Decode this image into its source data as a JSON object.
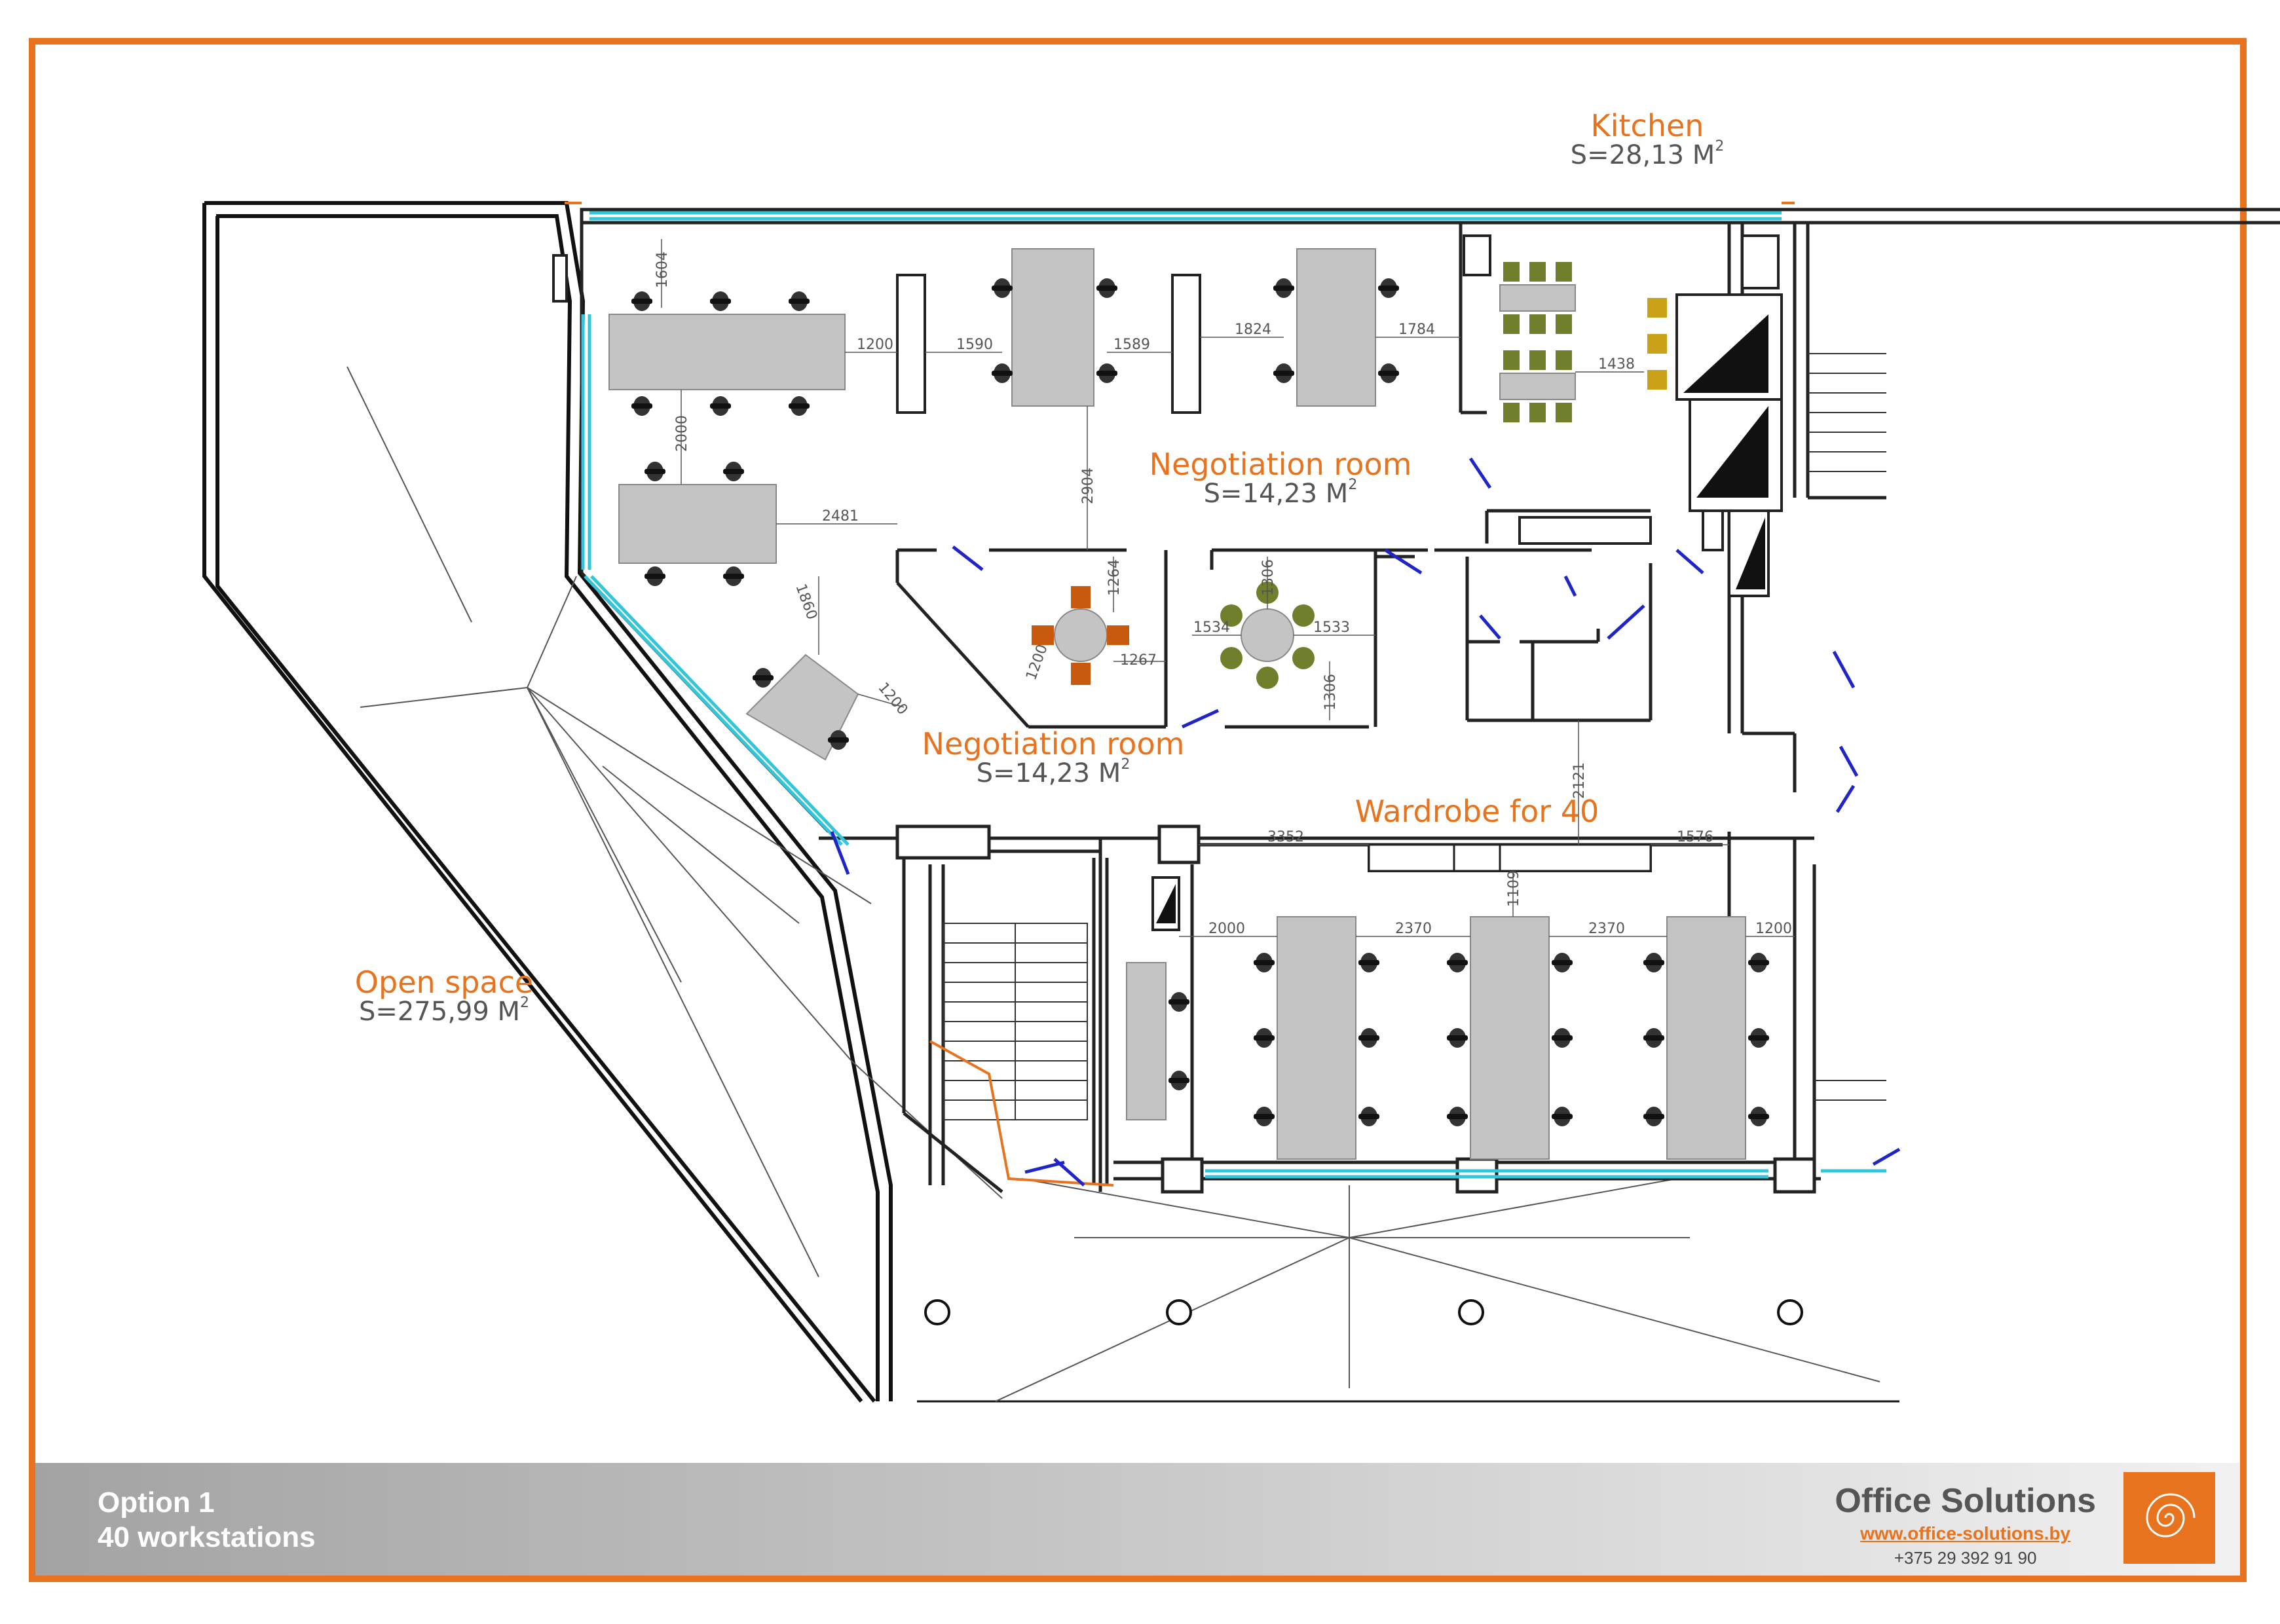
{
  "rooms": {
    "kitchen": {
      "name": "Kitchen",
      "area": "S=28,13 M",
      "unit_sup": "2"
    },
    "negotiation_top": {
      "name": "Negotiation room",
      "area": "S=14,23 M",
      "unit_sup": "2"
    },
    "negotiation_mid": {
      "name": "Negotiation room",
      "area": "S=14,23 M",
      "unit_sup": "2"
    },
    "wardrobe": {
      "name": "Wardrobe for 40"
    },
    "open_space": {
      "name": "Open space",
      "area": "S=275,99 M",
      "unit_sup": "2"
    }
  },
  "dimensions": {
    "d1604": "1604",
    "d1200a": "1200",
    "d1590": "1590",
    "d1589": "1589",
    "d1824": "1824",
    "d1784": "1784",
    "d1438": "1438",
    "d2000a": "2000",
    "d2481": "2481",
    "d2904": "2904",
    "d1860": "1860",
    "d1200b": "1200",
    "d1264": "1264",
    "d1267": "1267",
    "d1200c": "1200",
    "d1306a": "1306",
    "d1534": "1534",
    "d1533": "1533",
    "d1306b": "1306",
    "d2121": "2121",
    "d3352": "3352",
    "d1576": "1576",
    "d1109": "1109",
    "d2000b": "2000",
    "d2370a": "2370",
    "d2370b": "2370",
    "d1200d": "1200"
  },
  "footer": {
    "option": "Option 1",
    "workstations": "40 workstations",
    "brand": "Office Solutions",
    "url": "www.office-solutions.by",
    "phone": "+375 29 392 91 90"
  },
  "colors": {
    "frame": "#e8731e",
    "label": "#e8731e",
    "glass": "#33c6d8",
    "door": "#1f25c9",
    "chair_meeting_1": "#c85a10",
    "chair_meeting_2": "#6f7f2b",
    "kitchen_chair": "#6f7f2b",
    "desk": "#c4c4c4",
    "chair": "#333333"
  }
}
